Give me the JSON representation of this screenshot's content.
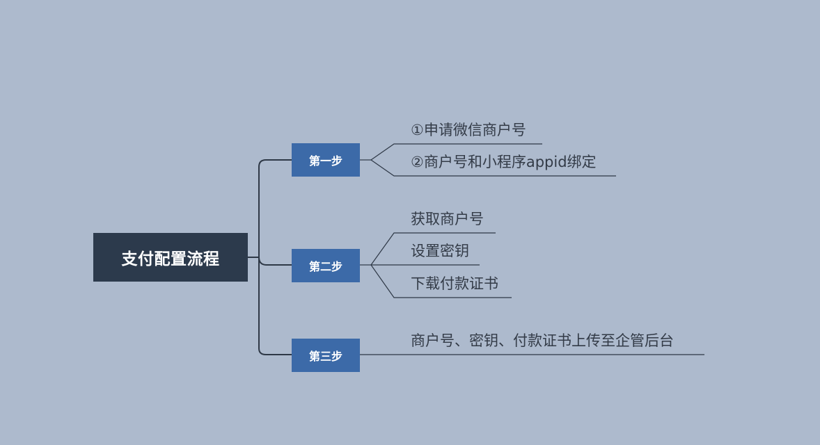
{
  "root": {
    "label": "支付配置流程"
  },
  "steps": [
    {
      "label": "第一步",
      "items": [
        "①申请微信商户号",
        "②商户号和小程序appid绑定"
      ]
    },
    {
      "label": "第二步",
      "items": [
        "获取商户号",
        "设置密钥",
        "下载付款证书"
      ]
    },
    {
      "label": "第三步",
      "items": [
        "商户号、密钥、付款证书上传至企管后台"
      ]
    }
  ],
  "colors": {
    "background": "#adbacd",
    "root_fill": "#2c3a4c",
    "step_fill": "#3c6aa8",
    "connector": "#2e3846",
    "leaf_text": "#333b47"
  }
}
